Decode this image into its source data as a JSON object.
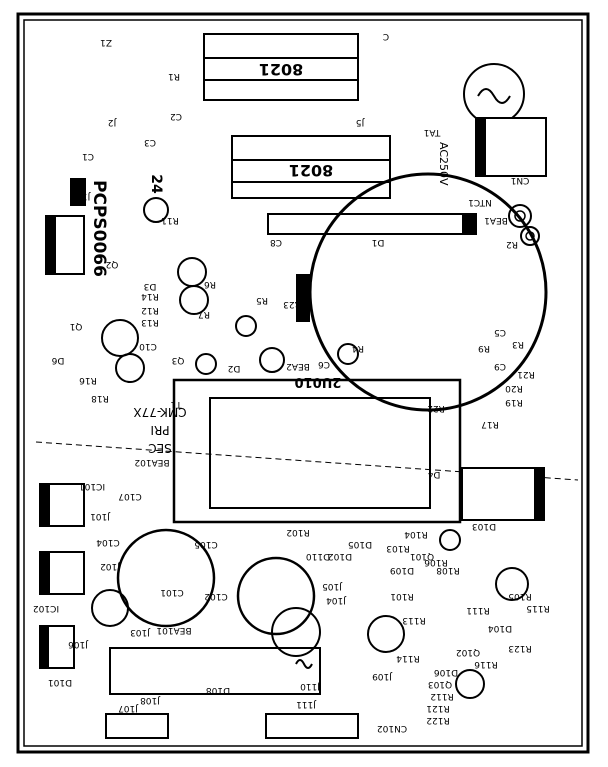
{
  "board": {
    "part_number": "PCPS0066",
    "revision": "24",
    "transformer_model": "CMK-77X",
    "pri_label": "PRI",
    "sec_label": "SEC",
    "transformer_core": "2U010",
    "ac_rating": "AC250V"
  },
  "components": {
    "relays": [
      "8021",
      "8021"
    ],
    "labels": [
      "Z1",
      "R1",
      "C",
      "C2",
      "J2",
      "C3",
      "C1",
      "J1",
      "TA1",
      "CN1",
      "NTC1",
      "BEA1",
      "D1",
      "R2",
      "C8",
      "R11",
      "Q2",
      "D3",
      "R14",
      "R12",
      "R13",
      "Q1",
      "R6",
      "R7",
      "R5",
      "R23",
      "C10",
      "Q3",
      "D6",
      "D2",
      "BEA2",
      "R16",
      "R18",
      "C6",
      "R4",
      "R9",
      "R3",
      "C5",
      "C9",
      "R21",
      "R20",
      "R19",
      "R17",
      "T1",
      "R22",
      "D4",
      "BEA102",
      "IC101",
      "J101",
      "C107",
      "R102",
      "D103",
      "R104",
      "C104",
      "J102",
      "C105",
      "D105",
      "R103",
      "Q101",
      "R106",
      "D109",
      "D102",
      "D110",
      "R108",
      "C102",
      "C101",
      "IC102",
      "R101",
      "R105",
      "R111",
      "R115",
      "J105",
      "J104",
      "BEA101",
      "J103",
      "J106",
      "Q102",
      "D101",
      "R113",
      "R114",
      "D104",
      "R116",
      "R123",
      "D106",
      "J109",
      "Q103",
      "D108",
      "J108",
      "J107",
      "J110",
      "J111",
      "R121",
      "R122",
      "CN102",
      "R112",
      "J5"
    ]
  }
}
